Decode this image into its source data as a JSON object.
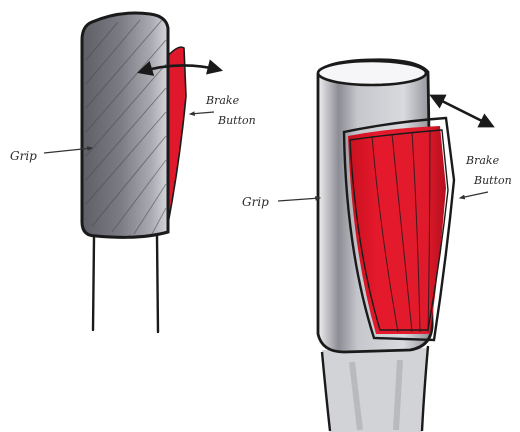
{
  "left_sketch": {
    "label_grip": "Grip",
    "label_brake_line1": "Brake",
    "label_brake_line2": "Button"
  },
  "right_sketch": {
    "label_grip": "Grip",
    "label_brake_line1": "Brake",
    "label_brake_line2": "Button"
  },
  "colors": {
    "paper": "#ffffff",
    "ink": "#1a1a1a",
    "grip_grey": "#6f7077",
    "grip_grey_light": "#c9cacf",
    "brake_red": "#e0182b",
    "brake_red_dark": "#b4101e"
  }
}
